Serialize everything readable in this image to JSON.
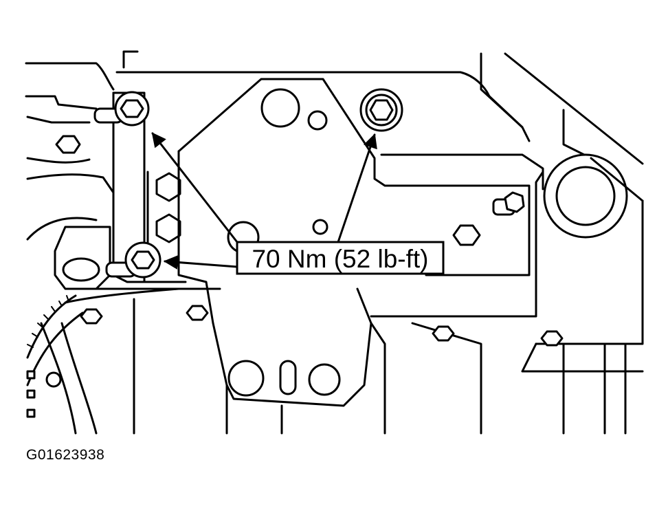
{
  "diagram": {
    "callout": {
      "label": "70 Nm (52 lb-ft)"
    },
    "parts": {
      "bolts_indicated": [
        "upper-left-bolt",
        "upper-right-bolt",
        "lower-left-bolt"
      ],
      "bracket": "engine-mount-bracket"
    },
    "colors": {
      "line": "#000000",
      "background": "#ffffff"
    }
  },
  "figure_id": "G01623938"
}
